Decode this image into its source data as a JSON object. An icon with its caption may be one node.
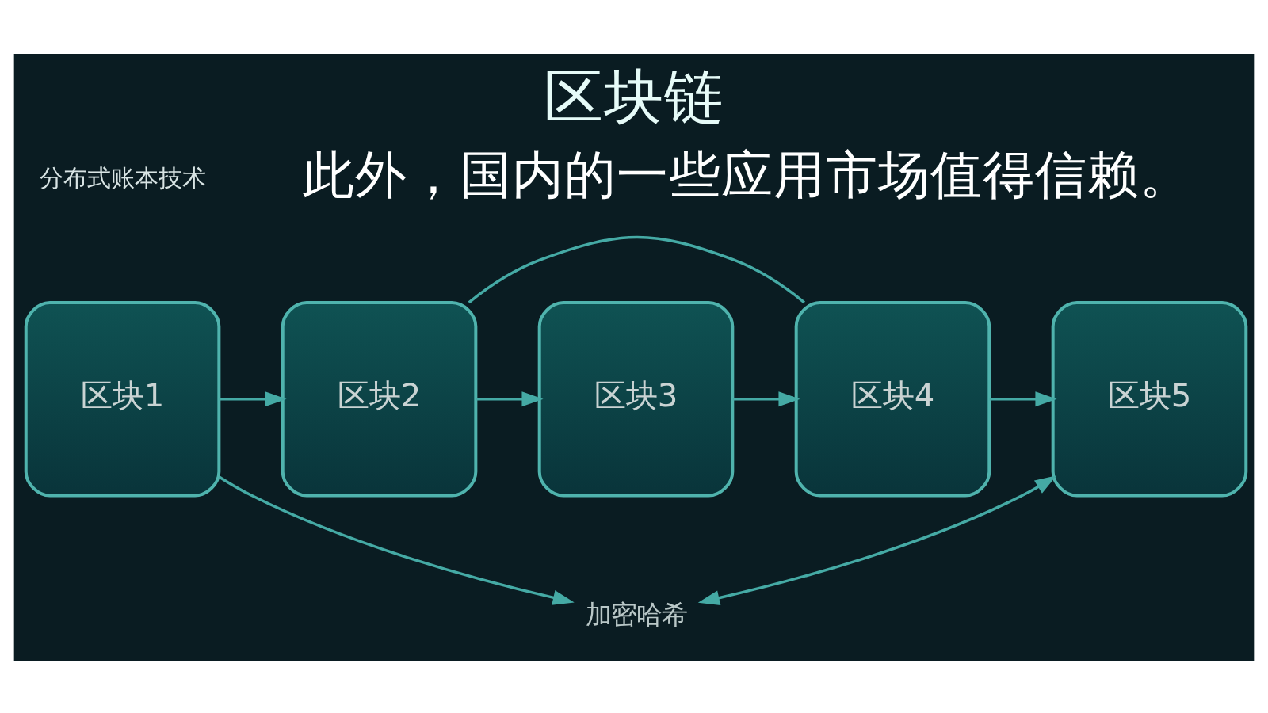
{
  "diagram": {
    "title": "区块链",
    "nodes": [
      {
        "text": [
          "区块1"
        ]
      },
      {
        "text": [
          "区块2"
        ]
      },
      {
        "text": [
          "区块3"
        ]
      },
      {
        "text": [
          "区块4"
        ]
      },
      {
        "text": [
          "区块5"
        ]
      },
      {
        "text": [
          "加密哈希"
        ]
      }
    ],
    "edges": [
      {
        "from": 0,
        "to": 1,
        "arrow": "to"
      },
      {
        "from": 1,
        "to": 2,
        "arrow": "to"
      },
      {
        "from": 2,
        "to": 3,
        "arrow": "to"
      },
      {
        "from": 3,
        "to": 4,
        "arrow": "to"
      },
      {
        "from": 1,
        "to": 3,
        "arrow": "none"
      },
      {
        "from": 0,
        "to": 5,
        "arrow": "to"
      },
      {
        "from": 4,
        "to": 5,
        "arrow": "both"
      }
    ],
    "labels": [
      "分布式账本技术",
      "此外，国内的一些应用市场值得信赖。"
    ]
  }
}
